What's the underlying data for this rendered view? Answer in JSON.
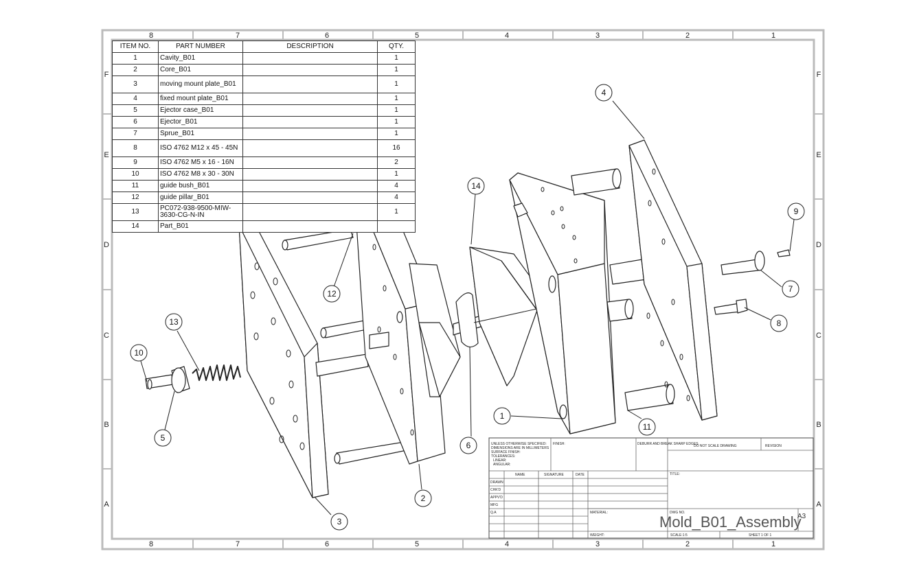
{
  "sheet": {
    "zones_columns": [
      "8",
      "7",
      "6",
      "5",
      "4",
      "3",
      "2",
      "1"
    ],
    "zones_rows": [
      "F",
      "E",
      "D",
      "C",
      "B",
      "A"
    ]
  },
  "bom": {
    "headers": {
      "item": "ITEM NO.",
      "part": "PART NUMBER",
      "desc": "DESCRIPTION",
      "qty": "QTY."
    },
    "rows": [
      {
        "item": "1",
        "part": "Cavity_B01",
        "desc": "",
        "qty": "1"
      },
      {
        "item": "2",
        "part": "Core_B01",
        "desc": "",
        "qty": "1"
      },
      {
        "item": "3",
        "part": "moving mount plate_B01",
        "desc": "",
        "qty": "1"
      },
      {
        "item": "4",
        "part": "fixed mount plate_B01",
        "desc": "",
        "qty": "1"
      },
      {
        "item": "5",
        "part": "Ejector case_B01",
        "desc": "",
        "qty": "1"
      },
      {
        "item": "6",
        "part": "Ejector_B01",
        "desc": "",
        "qty": "1"
      },
      {
        "item": "7",
        "part": "Sprue_B01",
        "desc": "",
        "qty": "1"
      },
      {
        "item": "8",
        "part": "ISO 4762 M12 x 45 - 45N",
        "desc": "",
        "qty": "16"
      },
      {
        "item": "9",
        "part": "ISO 4762 M5 x 16 - 16N",
        "desc": "",
        "qty": "2"
      },
      {
        "item": "10",
        "part": "ISO 4762 M8 x 30 - 30N",
        "desc": "",
        "qty": "1"
      },
      {
        "item": "11",
        "part": "guide bush_B01",
        "desc": "",
        "qty": "4"
      },
      {
        "item": "12",
        "part": "guide pillar_B01",
        "desc": "",
        "qty": "4"
      },
      {
        "item": "13",
        "part": "PC072-938-9500-MIW-3630-CG-N-IN",
        "desc": "",
        "qty": "1"
      },
      {
        "item": "14",
        "part": "Part_B01",
        "desc": "",
        "qty": ""
      }
    ]
  },
  "balloons": [
    "1",
    "2",
    "3",
    "4",
    "5",
    "6",
    "7",
    "8",
    "9",
    "10",
    "11",
    "12",
    "13",
    "14"
  ],
  "title_block": {
    "notes": [
      "UNLESS OTHERWISE SPECIFIED:",
      "DIMENSIONS ARE IN MILLIMETERS",
      "SURFACE FINISH:",
      "TOLERANCES:",
      "LINEAR:",
      "ANGULAR:"
    ],
    "finish_label": "FINISH:",
    "deburr_label": "DEBURR AND BREAK SHARP EDGES",
    "do_not_scale": "DO NOT SCALE DRAWING",
    "revision_label": "REVISION",
    "col_headers": [
      "NAME",
      "SIGNATURE",
      "DATE"
    ],
    "row_labels": [
      "DRAWN",
      "CHK'D",
      "APPV'D",
      "MFG",
      "Q.A"
    ],
    "title_label": "TITLE:",
    "material_label": "MATERIAL:",
    "dwg_no_label": "DWG NO.",
    "drawing_title": "Mold_B01_Assembly",
    "sheet_size": "A3",
    "weight_label": "WEIGHT:",
    "scale_label": "SCALE:1:5",
    "sheet_label": "SHEET 1 OF 1"
  },
  "colors": {
    "line": "#222222",
    "frame": "#bbbbbb"
  }
}
